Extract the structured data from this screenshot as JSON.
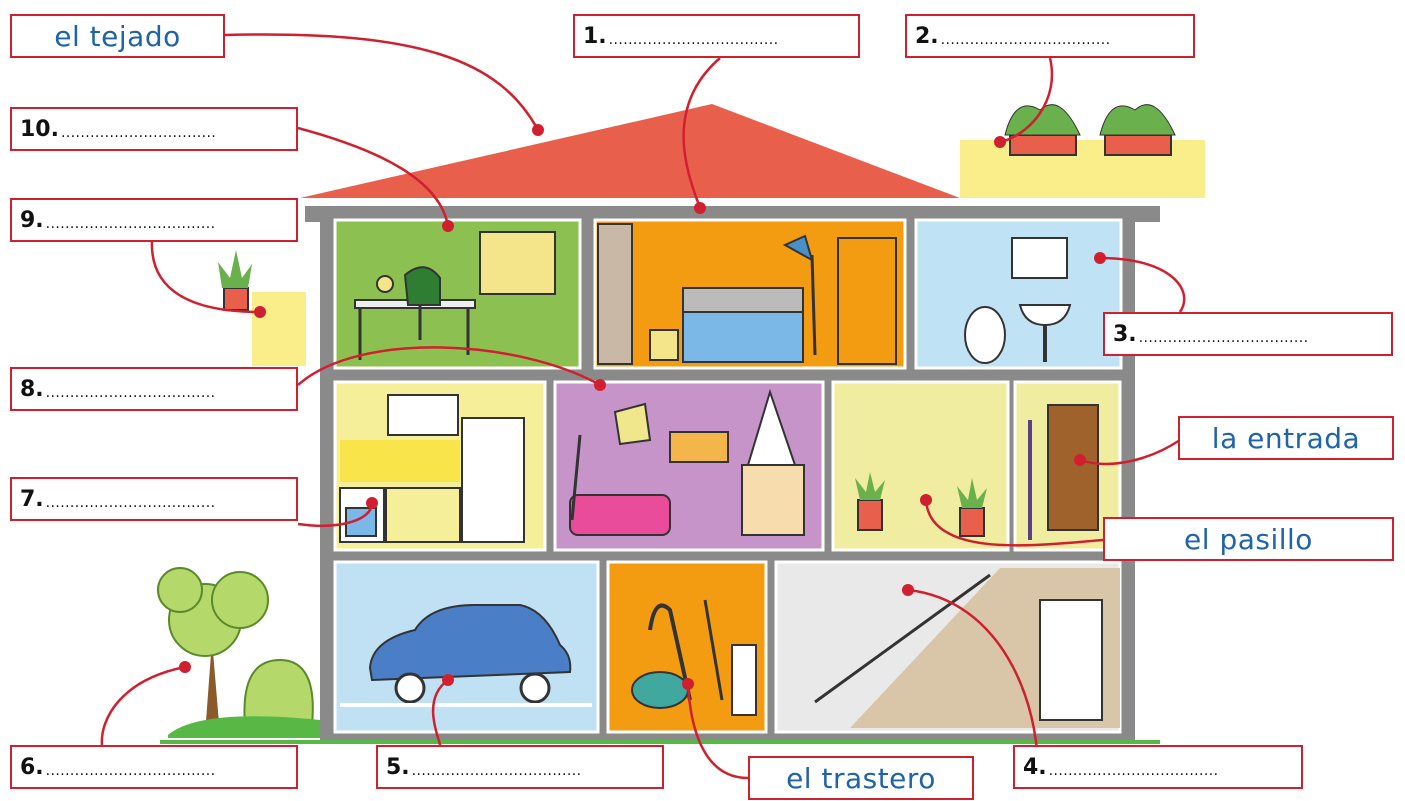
{
  "word_labels": {
    "roof": "el tejado",
    "entrance": "la entrada",
    "hallway": "el pasillo",
    "storage": "el trastero"
  },
  "blanks": {
    "n1": {
      "number": "1.",
      "dots": "..................................."
    },
    "n2": {
      "number": "2.",
      "dots": "..................................."
    },
    "n3": {
      "number": "3.",
      "dots": "..................................."
    },
    "n4": {
      "number": "4.",
      "dots": "..................................."
    },
    "n5": {
      "number": "5.",
      "dots": "..................................."
    },
    "n6": {
      "number": "6.",
      "dots": "..................................."
    },
    "n7": {
      "number": "7.",
      "dots": "..................................."
    },
    "n8": {
      "number": "8.",
      "dots": "..................................."
    },
    "n9": {
      "number": "9.",
      "dots": "..................................."
    },
    "n10": {
      "number": "10.",
      "dots": "................................"
    }
  },
  "colors": {
    "leader_line": "#d0202f",
    "label_text": "#1f64a8",
    "roof": "#e8604c",
    "wall": "#8a8a8a",
    "study": "#8cc152",
    "bedroom": "#f39c12",
    "bathroom": "#bfe2f5",
    "kitchen": "#f5ef9a",
    "living_room": "#c794c9",
    "hallway": "#f0eda0",
    "garage": "#bfe1f3",
    "storage": "#f39c12",
    "stairs": "#e9e9e9"
  }
}
